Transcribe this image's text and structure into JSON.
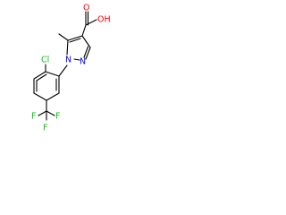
{
  "molecule": {
    "atoms": {
      "oh": "OH",
      "o": "O",
      "n1": "N",
      "n2": "N",
      "cl": "Cl",
      "f1": "F",
      "f2": "F",
      "f3": "F"
    },
    "colors": {
      "bond": "#000000",
      "oxygen": "#ff0000",
      "nitrogen": "#0000ff",
      "chlorine": "#00cc00",
      "fluorine": "#00cc00"
    }
  }
}
